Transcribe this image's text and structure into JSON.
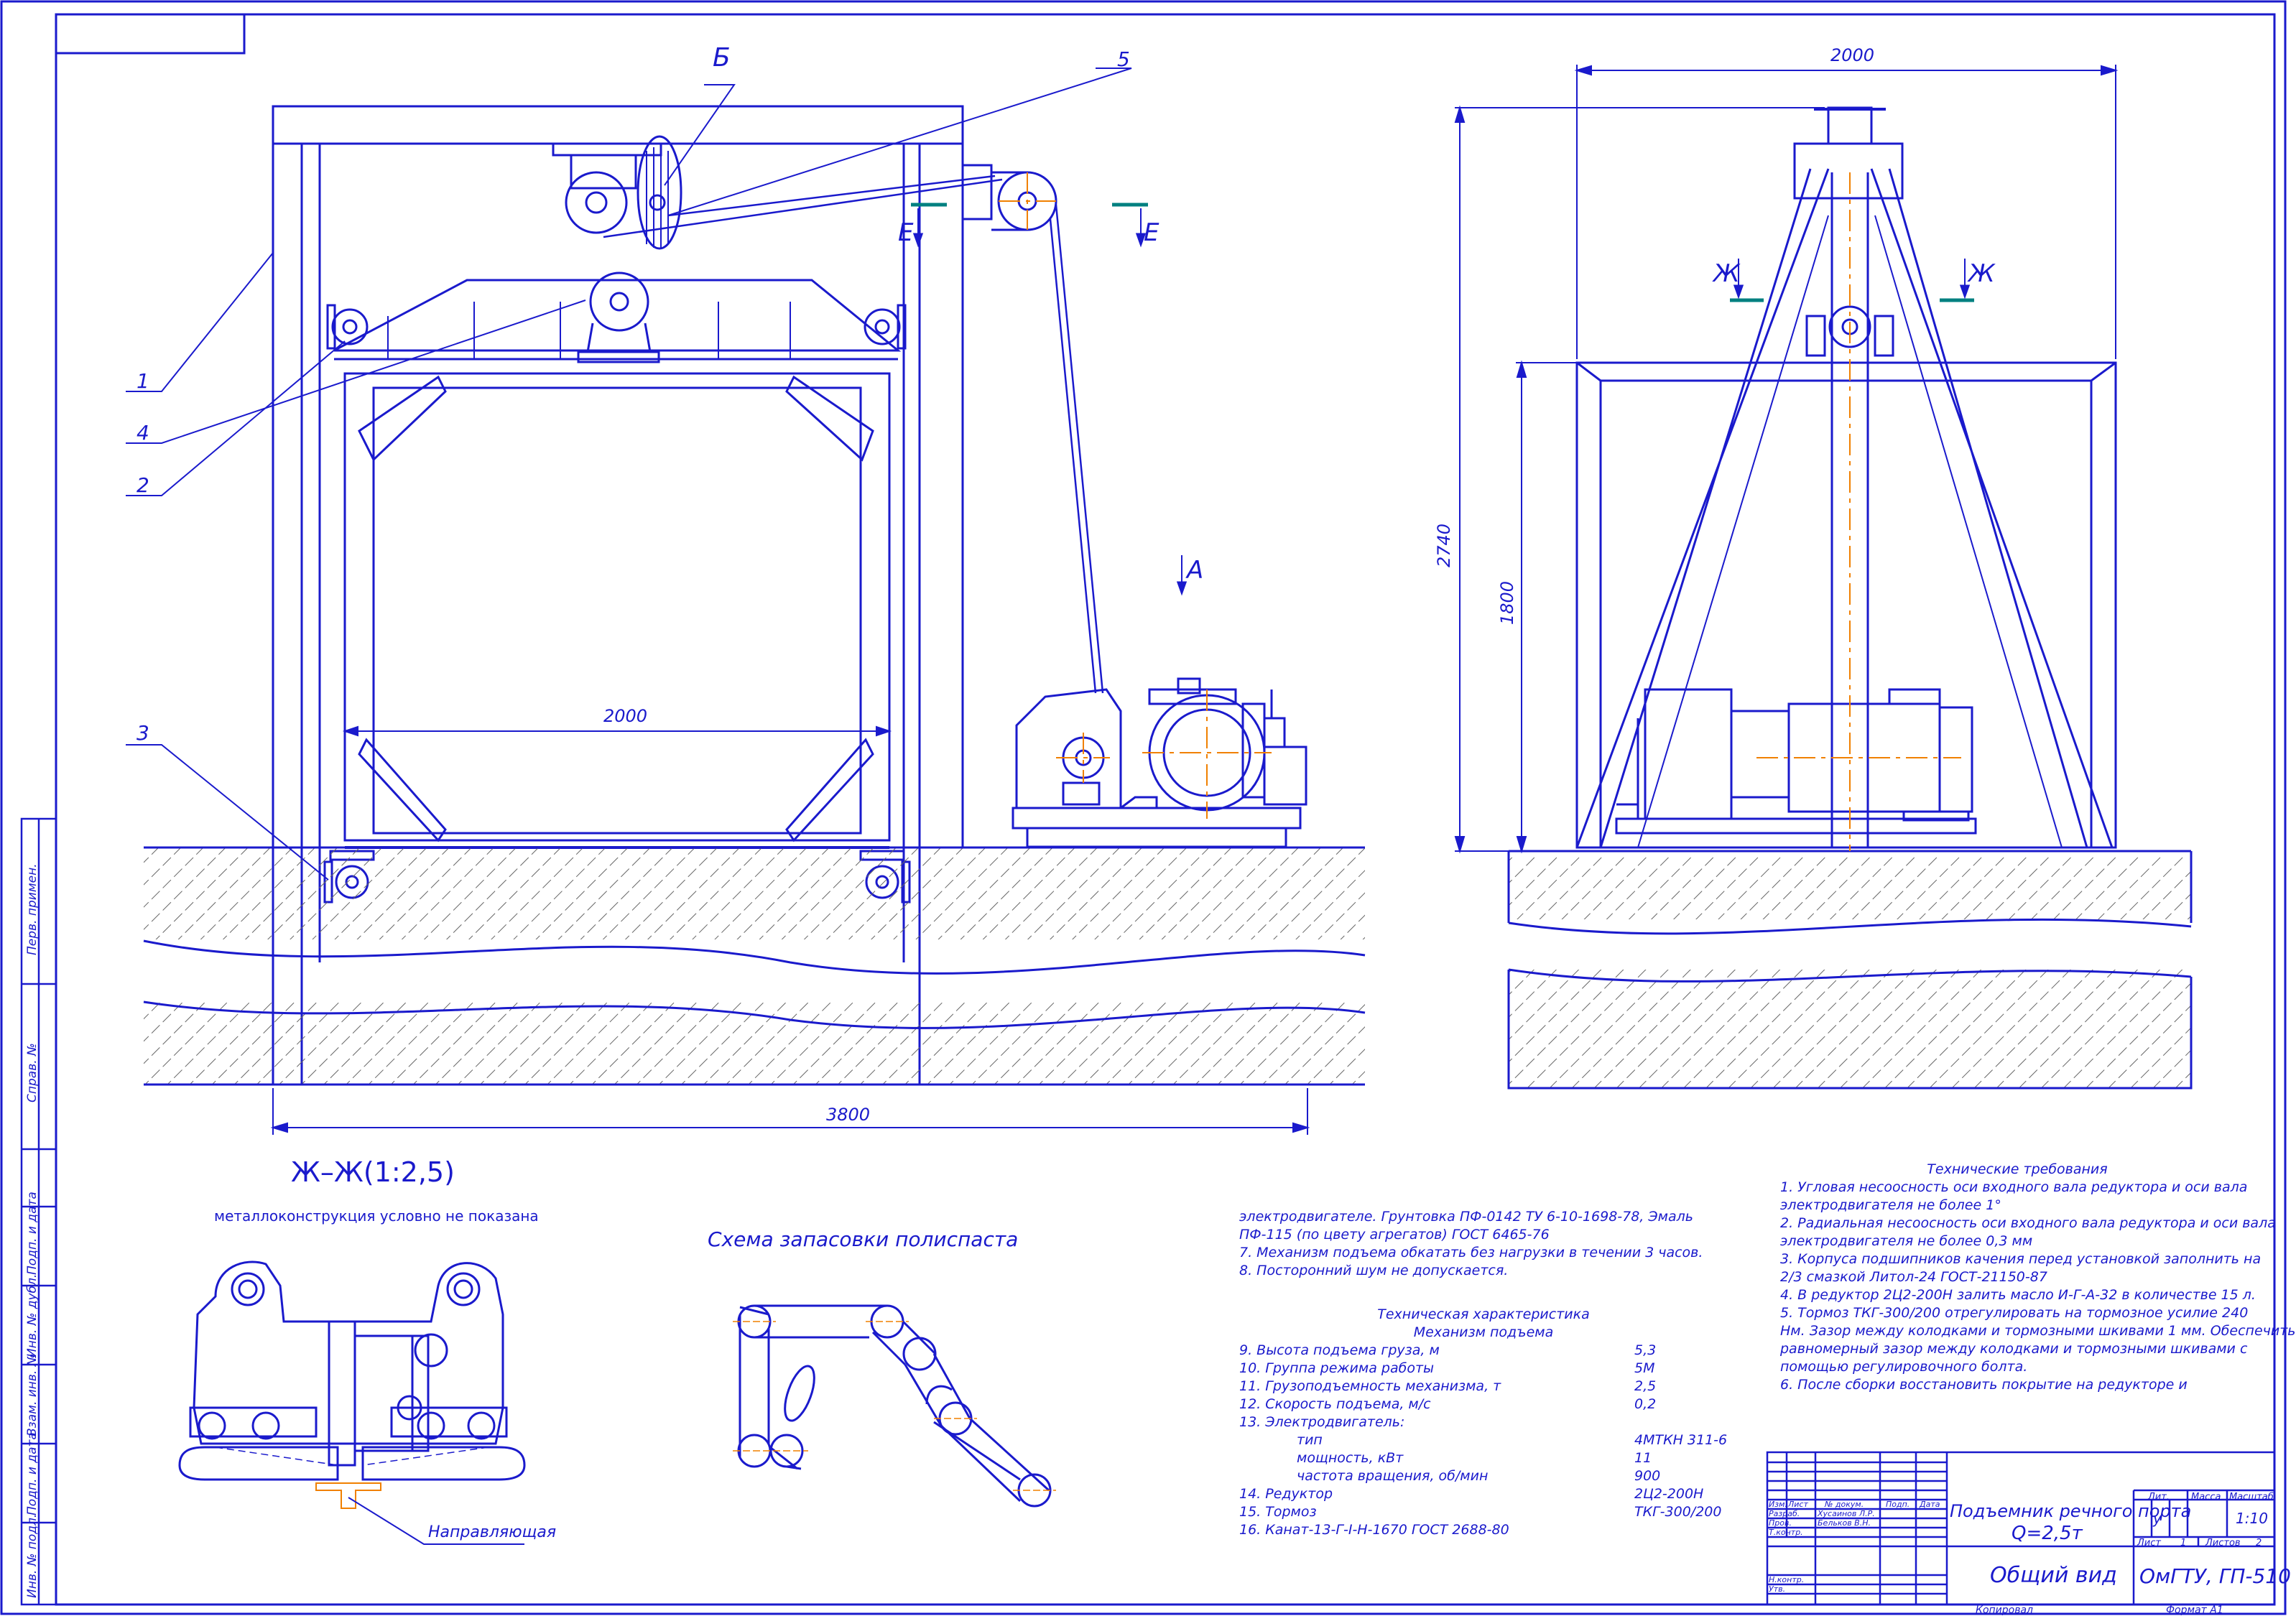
{
  "views": {
    "front": {
      "callout_b": "Б",
      "callout_5": "5",
      "callout_1": "1",
      "callout_4": "4",
      "callout_2": "2",
      "callout_3": "3",
      "section_e_left": "Е",
      "section_e_right": "Е",
      "view_a": "А",
      "dim_inner_width": "2000",
      "dim_total_width": "3800"
    },
    "side": {
      "dim_top_width": "2000",
      "dim_height_total": "2740",
      "dim_height_frame": "1800",
      "section_zh_left": "Ж",
      "section_zh_right": "Ж"
    },
    "section_zh": {
      "title": "Ж–Ж(1:2,5)",
      "note": "металлоконструкция условно не показана",
      "guide_label": "Направляющая"
    },
    "reeving": {
      "title": "Схема запасовки полиспаста"
    }
  },
  "notes_continued": [
    "электродвигателе. Грунтовка ПФ-0142 ТУ 6-10-1698-78, Эмаль",
    "ПФ-115 (по цвету агрегатов) ГОСТ 6465-76",
    "7. Механизм подъема обкатать без нагрузки в течении 3 часов.",
    "8. Посторонний шум не допускается."
  ],
  "tech_char": {
    "title": "Техническая характеристика",
    "subtitle": "Механизм подъема",
    "rows": [
      {
        "label": "9. Высота подъема груза, м",
        "value": "5,3",
        "indent": false
      },
      {
        "label": "10. Группа режима работы",
        "value": "5М",
        "indent": false
      },
      {
        "label": "11. Грузоподъемность механизма, т",
        "value": "2,5",
        "indent": false
      },
      {
        "label": "12. Скорость подъема, м/с",
        "value": "0,2",
        "indent": false
      },
      {
        "label": "13. Электродвигатель:",
        "value": "",
        "indent": false
      },
      {
        "label": "тип",
        "value": "4МТКН 311-6",
        "indent": true
      },
      {
        "label": "мощность, кВт",
        "value": "11",
        "indent": true
      },
      {
        "label": "частота вращения, об/мин",
        "value": "900",
        "indent": true
      },
      {
        "label": "14. Редуктор",
        "value": "2Ц2-200Н",
        "indent": false
      },
      {
        "label": "15. Тормоз",
        "value": "ТКГ-300/200",
        "indent": false
      },
      {
        "label": "16. Канат-13-Г-I-Н-1670 ГОСТ 2688-80",
        "value": "",
        "indent": false
      }
    ]
  },
  "tech_req": {
    "title": "Технические требования",
    "lines": [
      "1. Угловая несоосность оси входного вала редуктора и оси вала",
      "электродвигателя не более 1°",
      "2. Радиальная несоосность оси входного вала редуктора и оси вала",
      "электродвигателя не более 0,3 мм",
      "3. Корпуса подшипников качения перед установкой заполнить на",
      "2/3 смазкой Литол-24 ГОСТ-21150-87",
      "4. В редуктор 2Ц2-200Н залить масло И-Г-А-32 в количестве 15 л.",
      "5. Тормоз ТКГ-300/200 отрегулировать на тормозное усилие 240",
      "Нм. Зазор между колодками и тормозными шкивами 1 мм. Обеспечить",
      "равномерный зазор между колодками и тормозными шкивами с",
      "помощью регулировочного болта.",
      "6. После сборки восстановить покрытие на редукторе и"
    ]
  },
  "title_block": {
    "col_izm": "Изм.",
    "col_list": "Лист",
    "col_doc": "№ докум.",
    "col_sign": "Подп.",
    "col_date": "Дата",
    "role_razrab": "Разраб.",
    "role_prov": "Пров.",
    "role_tkontr": "Т.контр.",
    "role_nkontr": "Н.контр.",
    "role_utv": "Утв.",
    "name_razrab": "Хусаинов Л.Р.",
    "name_prov": "Бельков В.Н.",
    "design_title_1": "Подъемник речного порта",
    "design_title_2": "Q=2,5т",
    "doc_type": "Общий вид",
    "lit_label": "Лит.",
    "mass_label": "Масса",
    "scale_label": "Масштаб",
    "lit_value": "у",
    "scale_value": "1:10",
    "sheet_label": "Лист",
    "sheet_value": "1",
    "sheets_label": "Листов",
    "sheets_value": "2",
    "org": "ОмГТУ, ГП-510",
    "copied": "Копировал",
    "format": "Формат А1"
  },
  "side_stamp": {
    "perv_primen": "Перв. примен.",
    "sprav": "Справ. №",
    "podp_data_1": "Подп. и дата",
    "inv_dubl": "Инв. № дубл.",
    "vzam_inv": "Взам. инв. №",
    "podp_data_2": "Подп. и дата",
    "inv_podl": "Инв. № подл."
  },
  "colors": {
    "line": "#1a1acc",
    "center": "#f08000",
    "section_mark": "#008080",
    "ground_hatch": "#555555"
  }
}
